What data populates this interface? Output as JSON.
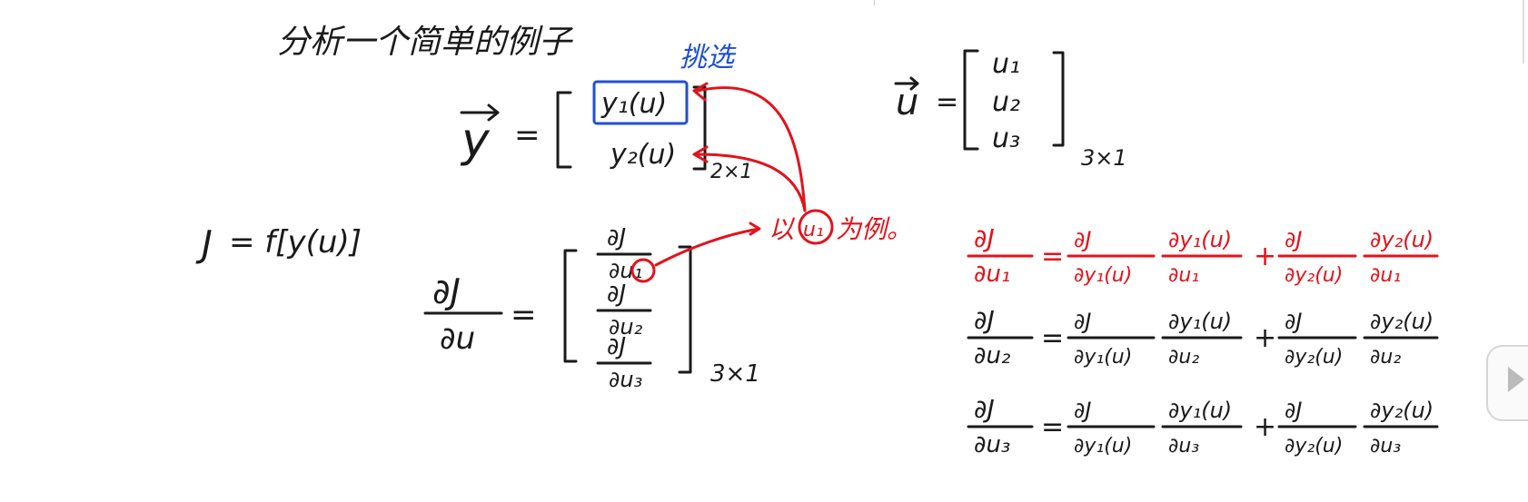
{
  "title": "分析一个简单的例子",
  "annotations": {
    "select": "挑选",
    "example": "以",
    "example_circled": "u₁",
    "example_tail": "为例。"
  },
  "vector_y": {
    "lhs": "y",
    "entries": [
      "y₁(u)",
      "y₂(u)"
    ],
    "dim": "2×1"
  },
  "vector_u": {
    "lhs": "u",
    "entries": [
      "u₁",
      "u₂",
      "u₃"
    ],
    "dim": "3×1"
  },
  "objective": {
    "lhs": "J",
    "rhs": "= f[y(u)]"
  },
  "gradient": {
    "num": "∂J",
    "den": "∂u",
    "entries": [
      {
        "num": "∂J",
        "den": "∂u₁"
      },
      {
        "num": "∂J",
        "den": "∂u₂"
      },
      {
        "num": "∂J",
        "den": "∂u₃"
      }
    ],
    "dim": "3×1"
  },
  "chain_rule": [
    {
      "lhs_num": "∂J",
      "lhs_den": "∂u₁",
      "t1_num": "∂J",
      "t1_den": "∂y₁(u)",
      "t2_num": "∂y₁(u)",
      "t2_den": "∂u₁",
      "t3_num": "∂J",
      "t3_den": "∂y₂(u)",
      "t4_num": "∂y₂(u)",
      "t4_den": "∂u₁",
      "color": "#e3121b"
    },
    {
      "lhs_num": "∂J",
      "lhs_den": "∂u₂",
      "t1_num": "∂J",
      "t1_den": "∂y₁(u)",
      "t2_num": "∂y₁(u)",
      "t2_den": "∂u₂",
      "t3_num": "∂J",
      "t3_den": "∂y₂(u)",
      "t4_num": "∂y₂(u)",
      "t4_den": "∂u₂",
      "color": "#1a1a1a"
    },
    {
      "lhs_num": "∂J",
      "lhs_den": "∂u₃",
      "t1_num": "∂J",
      "t1_den": "∂y₁(u)",
      "t2_num": "∂y₁(u)",
      "t2_den": "∂u₃",
      "t3_num": "∂J",
      "t3_den": "∂y₂(u)",
      "t4_num": "∂y₂(u)",
      "t4_den": "∂u₃",
      "color": "#1a1a1a"
    }
  ],
  "symbols": {
    "eq": "=",
    "plus": "+"
  },
  "colors": {
    "ink": "#1a1a1a",
    "red": "#e3121b",
    "blue": "#1f4fd6"
  }
}
